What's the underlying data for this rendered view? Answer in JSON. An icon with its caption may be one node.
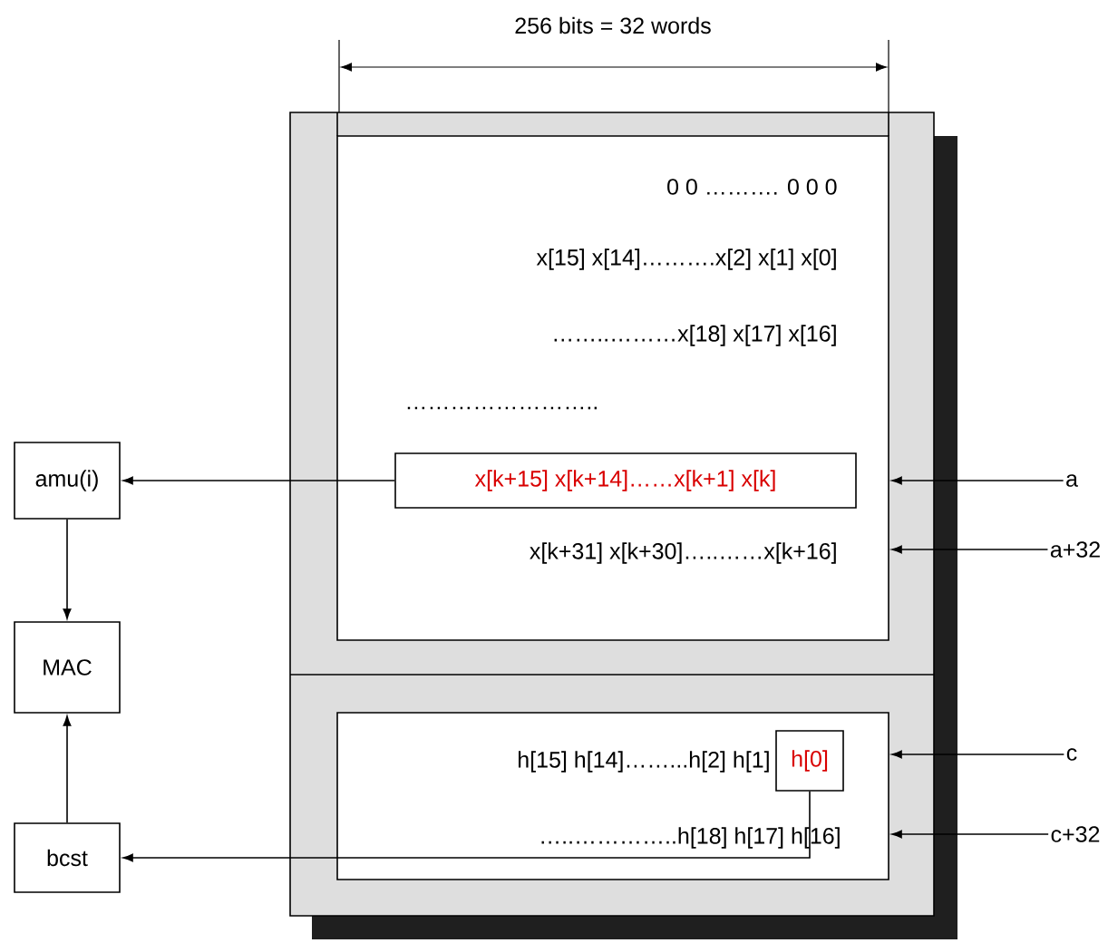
{
  "diagram": {
    "nodes": [
      {
        "text": [
          "amu(i)"
        ]
      },
      {
        "text": [
          "MAC"
        ]
      },
      {
        "text": [
          "bcst"
        ]
      },
      {
        "text": [],
        "shape": "box"
      },
      {
        "text": [
          "0 0 ………. 0 0 0",
          "x[15] x[14]……….x[2] x[1] x[0]",
          "……..………x[18] x[17] x[16]",
          "……………………..",
          "x[k+31] x[k+30]…..……x[k+16]"
        ],
        "in": 3
      },
      {
        "text": [
          "x[k+15] x[k+14]……x[k+1] x[k]"
        ],
        "in": 4
      },
      {
        "text": [
          "h[15] h[14]……...h[2] h[1]",
          "…..…………..h[18] h[17] h[16]"
        ],
        "in": 3
      },
      {
        "text": [
          "h[0]"
        ],
        "in": 6
      },
      {
        "text": [
          "a"
        ]
      },
      {
        "text": [
          "a+32"
        ]
      },
      {
        "text": [
          "c"
        ]
      },
      {
        "text": [
          "c+32"
        ]
      }
    ],
    "edges": [
      {
        "from": 5,
        "to": 0,
        "arrow": "to"
      },
      {
        "from": 0,
        "to": 1,
        "arrow": "to"
      },
      {
        "from": 2,
        "to": 1,
        "arrow": "to"
      },
      {
        "from": 7,
        "to": 2,
        "arrow": "to"
      },
      {
        "from": 8,
        "to": 4,
        "arrow": "to"
      },
      {
        "from": 9,
        "to": 4,
        "arrow": "to"
      },
      {
        "from": 10,
        "to": 6,
        "arrow": "to"
      },
      {
        "from": 11,
        "to": 6,
        "arrow": "to"
      }
    ],
    "labels": [
      "256 bits = 32 words"
    ]
  }
}
